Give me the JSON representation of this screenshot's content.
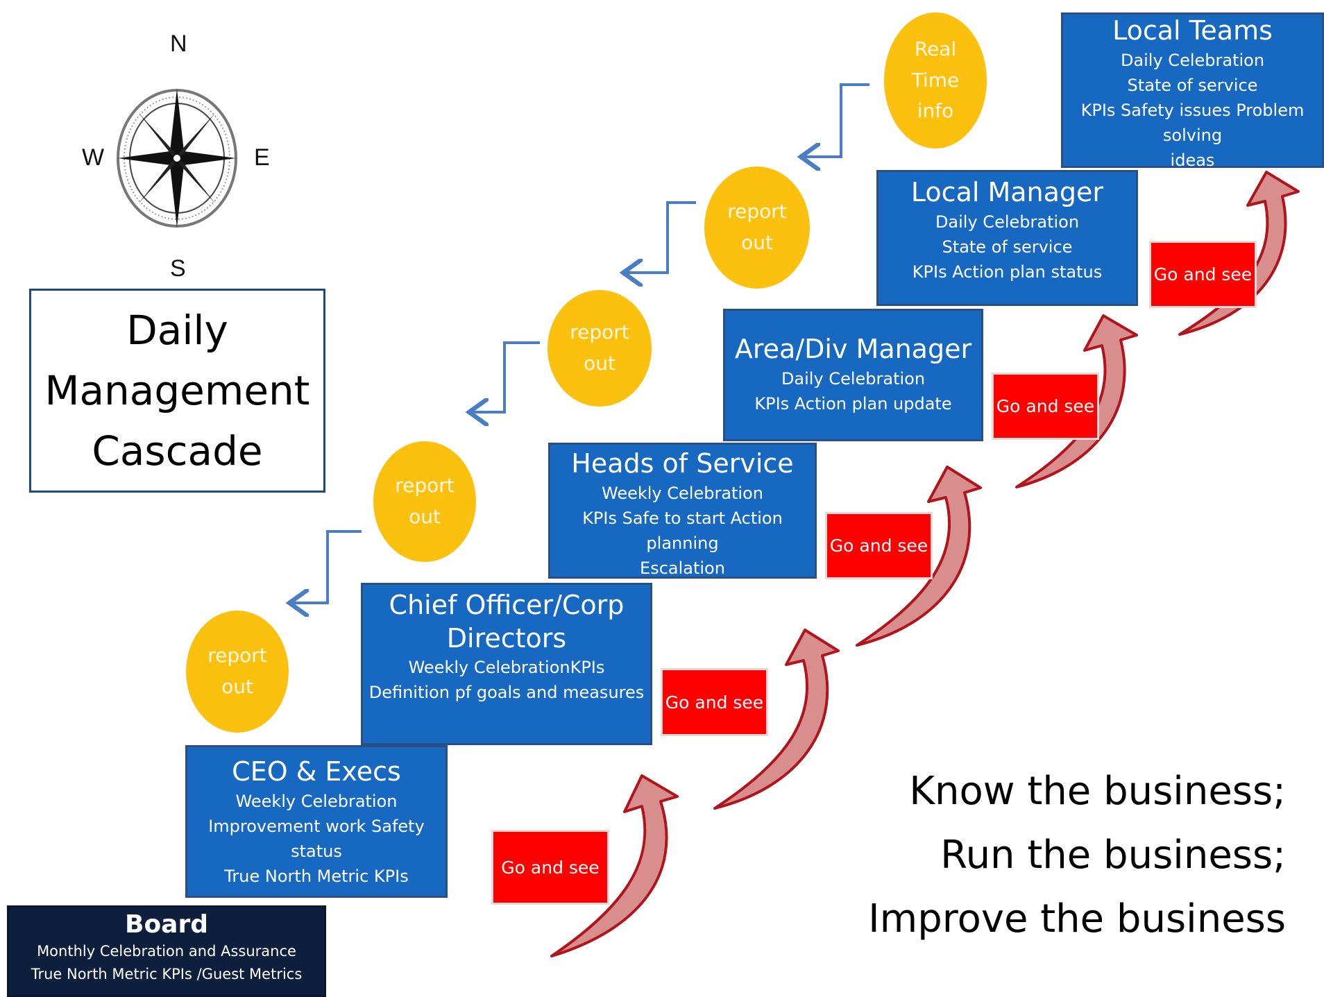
{
  "title_lines": [
    "Daily",
    "Management",
    "Cascade"
  ],
  "compass": {
    "n": "N",
    "e": "E",
    "s": "S",
    "w": "W"
  },
  "levels": [
    {
      "title": "Board",
      "details": [
        "Monthly Celebration and Assurance",
        "True North Metric KPIs /Guest Metrics"
      ]
    },
    {
      "title": "CEO & Execs",
      "details": [
        "Weekly Celebration",
        "Improvement work Safety status",
        "True North Metric KPIs"
      ]
    },
    {
      "title_lines": [
        "Chief Officer/Corp",
        "Directors"
      ],
      "details": [
        "Weekly CelebrationKPIs",
        "Definition pf goals  and measures"
      ]
    },
    {
      "title": "Heads of Service",
      "details": [
        "Weekly Celebration",
        "KPIs Safe to start Action planning",
        "Escalation"
      ]
    },
    {
      "title": "Area/Div Manager",
      "details": [
        "Daily Celebration",
        "KPIs Action plan update"
      ]
    },
    {
      "title": "Local Manager",
      "details": [
        "Daily Celebration",
        "State of service",
        "KPIs Action plan status"
      ]
    },
    {
      "title": "Local Teams",
      "details": [
        "Daily Celebration",
        "State of service",
        "KPIs Safety issues Problem solving",
        "ideas"
      ]
    }
  ],
  "go_and_see_label": "Go and see",
  "report_out": [
    "report",
    "out"
  ],
  "real_time": [
    "Real",
    "Time",
    "info"
  ],
  "slogan": [
    "Know the business;",
    "Run the business;",
    "Improve the business"
  ],
  "colors": {
    "box": "#1668c0",
    "board": "#0e1f3e",
    "circle": "#fcc00e",
    "go": "#ff0000",
    "arrow_fill": "#d98e8e",
    "arrow_stroke": "#b0141c",
    "connector": "#4a7ec4"
  }
}
